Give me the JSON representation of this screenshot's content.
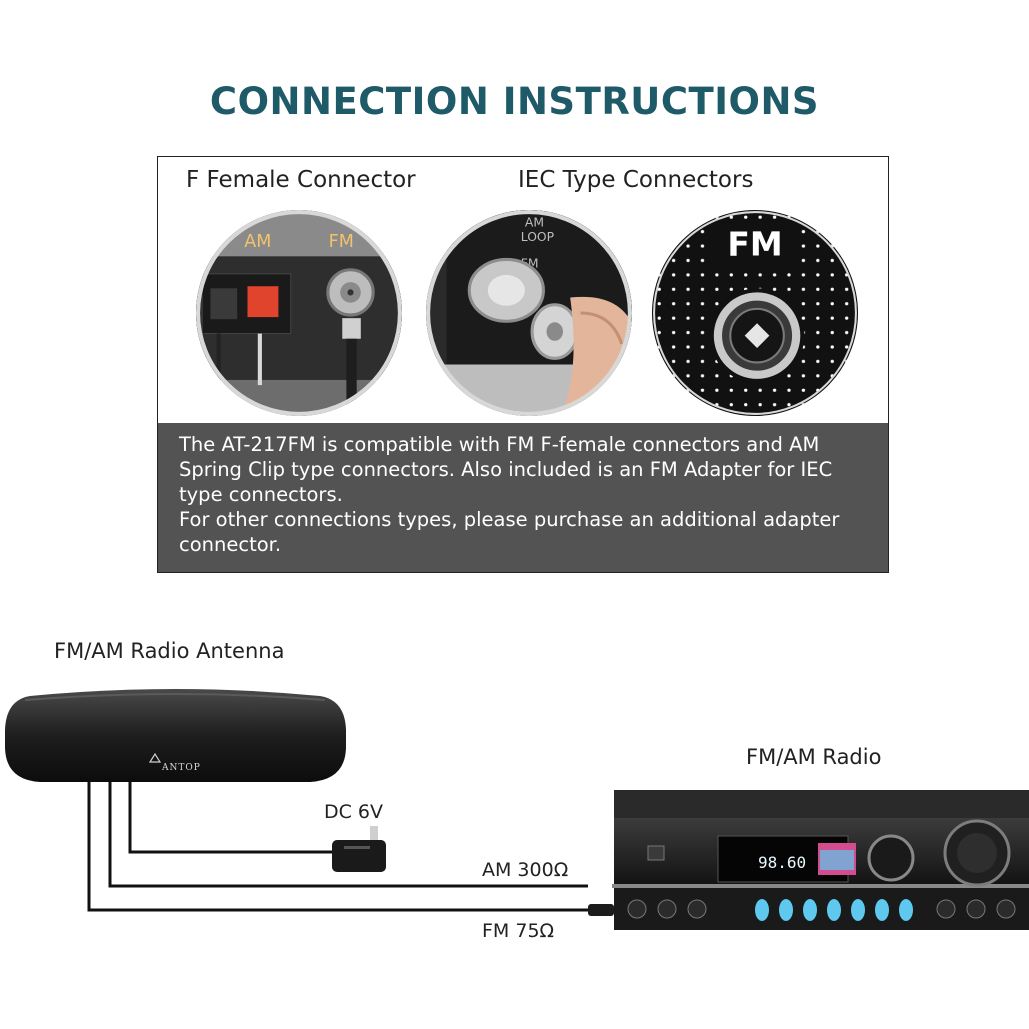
{
  "title": "CONNECTION INSTRUCTIONS",
  "panel": {
    "left_heading": "F Female Connector",
    "right_heading": "IEC Type Connectors",
    "photo1": {
      "am_tag": "AM",
      "fm_tag": "FM"
    },
    "photo2": {
      "am_loop_line1": "AM",
      "am_loop_line2": "LOOP",
      "fm_tag": "FM"
    },
    "photo3": {
      "fm_tag": "FM"
    },
    "description": [
      "The AT-217FM is compatible with FM F-female connectors and AM Spring Clip type connectors. Also included is an FM Adapter for IEC type connectors.",
      "For other connections types, please purchase an additional adapter connector."
    ]
  },
  "diagram": {
    "antenna_label": "FM/AM Radio Antenna",
    "brand": "ANTOP",
    "radio_label": "FM/AM Radio",
    "dc_label": "DC 6V",
    "am_label": "AM 300Ω",
    "fm_label": "FM 75Ω",
    "display_freq": "98.60"
  },
  "colors": {
    "title": "#1e5a68",
    "desc_bg": "#535353",
    "radio_blue": "#5ec8ee"
  }
}
